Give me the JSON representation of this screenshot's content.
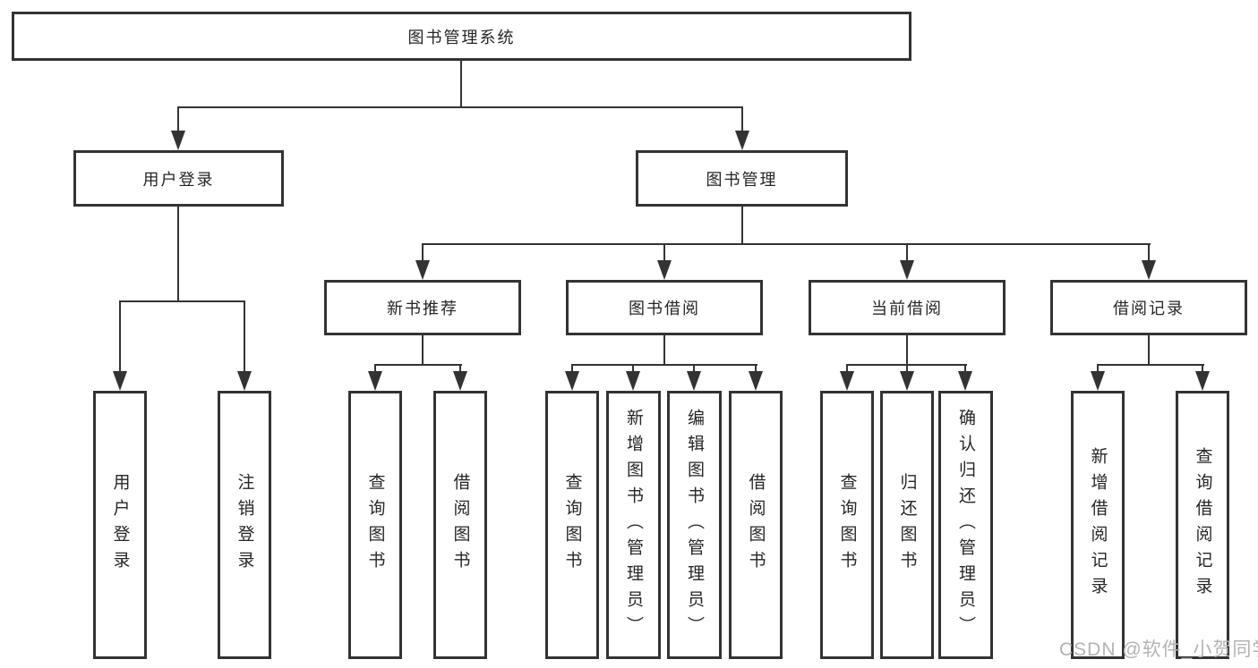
{
  "tree": {
    "label": "图书管理系统",
    "children": [
      {
        "label": "用户登录",
        "children": [
          {
            "label": "用户登录"
          },
          {
            "label": "注销登录"
          }
        ]
      },
      {
        "label": "图书管理",
        "children": [
          {
            "label": "新书推荐",
            "children": [
              {
                "label": "查询图书"
              },
              {
                "label": "借阅图书"
              }
            ]
          },
          {
            "label": "图书借阅",
            "children": [
              {
                "label": "查询图书"
              },
              {
                "label": "新增图书（管理员）"
              },
              {
                "label": "编辑图书（管理员）"
              },
              {
                "label": "借阅图书"
              }
            ]
          },
          {
            "label": "当前借阅",
            "children": [
              {
                "label": "查询图书"
              },
              {
                "label": "归还图书"
              },
              {
                "label": "确认归还（管理员）"
              }
            ]
          },
          {
            "label": "借阅记录",
            "children": [
              {
                "label": "新增借阅记录"
              },
              {
                "label": "查询借阅记录"
              }
            ]
          }
        ]
      }
    ]
  },
  "watermark": "CSDN @软件_小贺同学",
  "colors": {
    "line": "#333333",
    "border": "#333333",
    "text": "#262626",
    "watermark": "#b3b3b3",
    "background": "#ffffff"
  }
}
